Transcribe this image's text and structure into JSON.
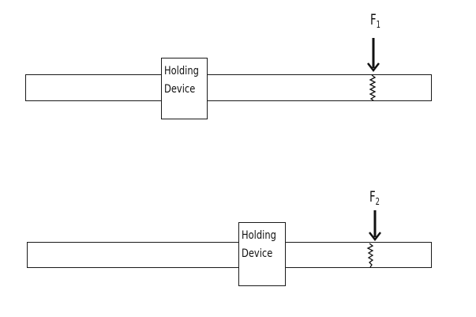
{
  "diagrams": [
    {
      "device": {
        "line1": "Holding",
        "line2": "Device"
      },
      "force": {
        "symbol": "F",
        "subscript": "1"
      }
    },
    {
      "device": {
        "line1": "Holding",
        "line2": "Device"
      },
      "force": {
        "symbol": "F",
        "subscript": "2"
      }
    }
  ],
  "colors": {
    "stroke": "#1a1a1a",
    "background": "#ffffff"
  }
}
